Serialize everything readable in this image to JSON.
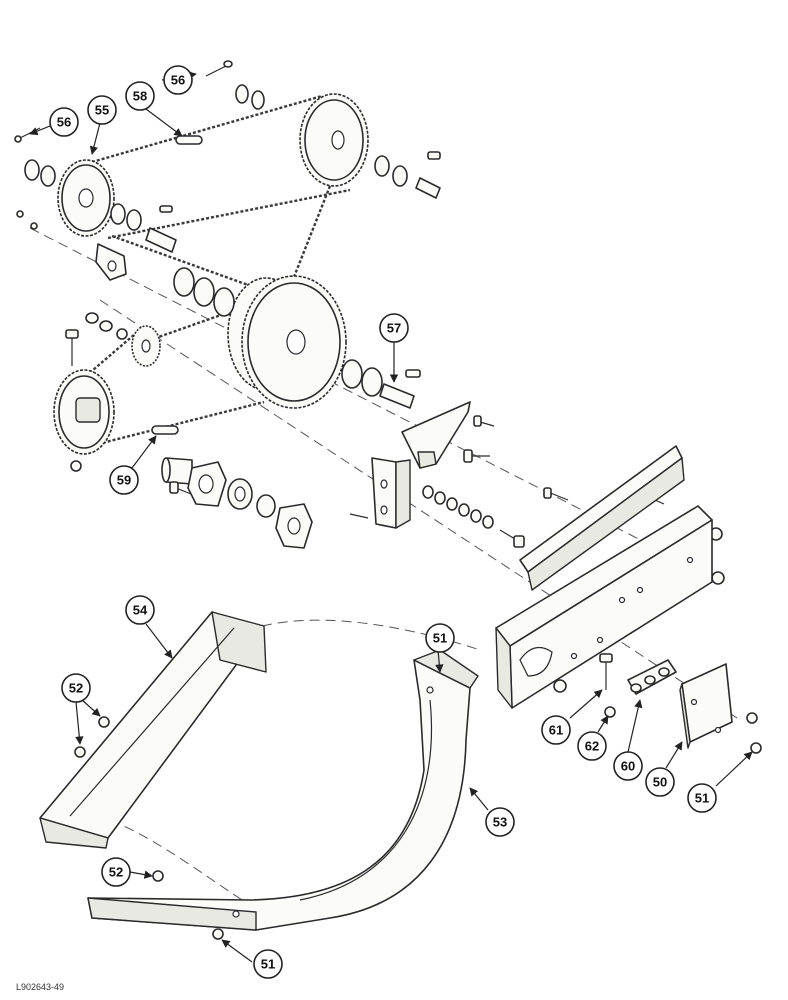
{
  "callouts": [
    {
      "id": "c56a",
      "label": "56"
    },
    {
      "id": "c56b",
      "label": "56"
    },
    {
      "id": "c55",
      "label": "55"
    },
    {
      "id": "c58",
      "label": "58"
    },
    {
      "id": "c57",
      "label": "57"
    },
    {
      "id": "c59",
      "label": "59"
    },
    {
      "id": "c54",
      "label": "54"
    },
    {
      "id": "c51a",
      "label": "51"
    },
    {
      "id": "c52a",
      "label": "52"
    },
    {
      "id": "c61",
      "label": "61"
    },
    {
      "id": "c62",
      "label": "62"
    },
    {
      "id": "c60",
      "label": "60"
    },
    {
      "id": "c50",
      "label": "50"
    },
    {
      "id": "c51b",
      "label": "51"
    },
    {
      "id": "c53",
      "label": "53"
    },
    {
      "id": "c52b",
      "label": "52"
    },
    {
      "id": "c51c",
      "label": "51"
    }
  ],
  "reference_code": "L902643-49"
}
